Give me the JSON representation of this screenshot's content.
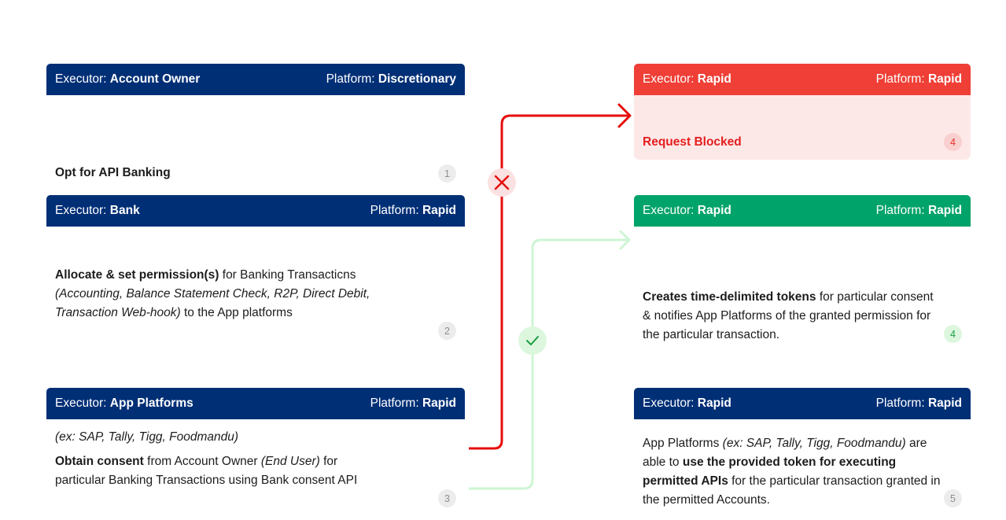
{
  "cards": [
    {
      "executor_label": "Executor:",
      "executor": "Account Owner",
      "platform_label": "Platform:",
      "platform": "Discretionary",
      "title": "Opt for API Banking",
      "step": "1"
    },
    {
      "executor_label": "Executor:",
      "executor": "Bank",
      "platform_label": "Platform:",
      "platform": "Rapid",
      "bold_part": "Allocate & set permission(s)",
      "text_part": " for Banking Transacticns ",
      "italic_part": "(Accounting, Balance Statement Check, R2P, Direct Debit, Transaction Web-hook)",
      "tail_part": " to the App platforms",
      "step": "2"
    },
    {
      "executor_label": "Executor:",
      "executor": "App Platforms",
      "platform_label": "Platform:",
      "platform": "Rapid",
      "example": "(ex: SAP, Tally, Tigg, Foodmandu)",
      "bold_part": "Obtain consent",
      "text_part": " from Account Owner ",
      "italic_part": "(End User)",
      "tail_part": " for particular Banking Transactions using Bank consent API",
      "step": "3"
    },
    {
      "executor_label": "Executor:",
      "executor": "Rapid",
      "platform_label": "Platform:",
      "platform": "Rapid",
      "title": "Request Blocked",
      "step": "4"
    },
    {
      "executor_label": "Executor:",
      "executor": "Rapid",
      "platform_label": "Platform:",
      "platform": "Rapid",
      "bold_part": "Creates time-delimited tokens",
      "text_part": " for particular consent & notifies App Platforms of the granted permission for the particular transaction.",
      "step": "4"
    },
    {
      "executor_label": "Executor:",
      "executor": "Rapid",
      "platform_label": "Platform:",
      "platform": "Rapid",
      "text_part": "App Platforms ",
      "italic_part": "(ex: SAP, Tally, Tigg, Foodmandu)",
      "text_part2": " are able to ",
      "bold_part": "use the provided token for executing permitted APIs",
      "tail_part": " for the particular transaction granted in the permitted Accounts.",
      "step": "5"
    }
  ],
  "connectors": {
    "reject_icon": "x-icon",
    "reject_color": "#e60d0d",
    "approve_icon": "check-icon",
    "approve_color": "#cdf5d2"
  }
}
